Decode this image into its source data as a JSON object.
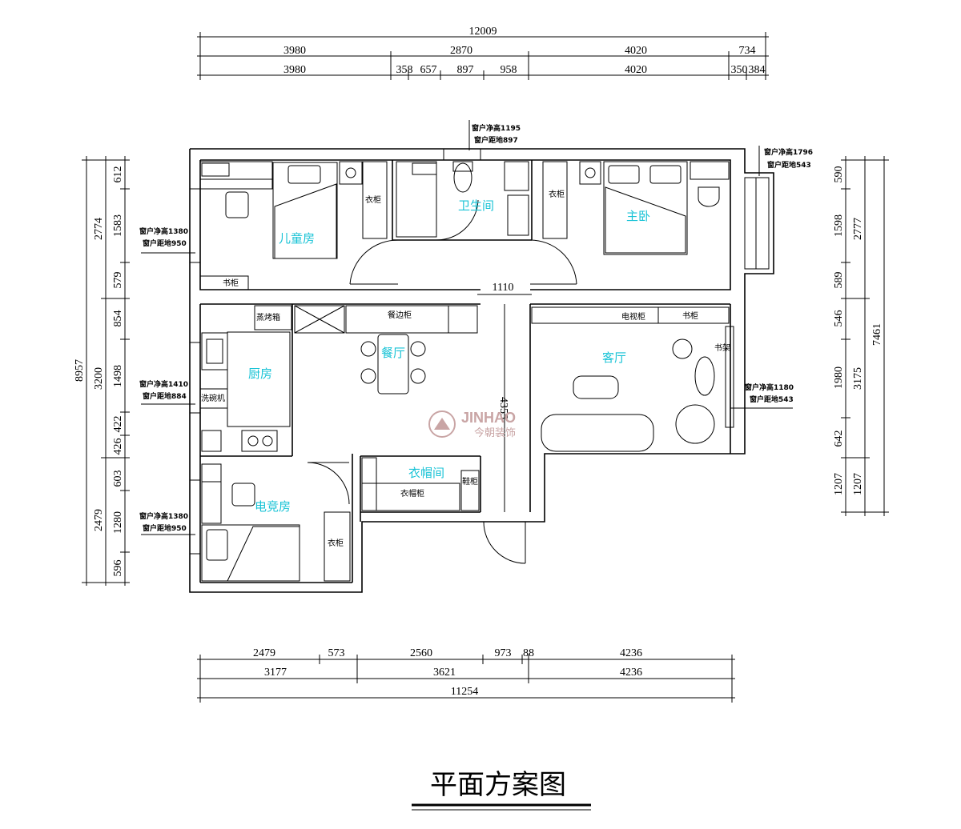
{
  "top_dims": {
    "row1": [
      "12009"
    ],
    "row2": [
      "3980",
      "2870",
      "4020",
      "734"
    ],
    "row3": [
      "3980",
      "358",
      "657",
      "897",
      "958",
      "4020",
      "350",
      "384"
    ]
  },
  "bottom_dims": {
    "row1": [
      "2479",
      "573",
      "2560",
      "973",
      "88",
      "4236"
    ],
    "row2": [
      "3177",
      "3621",
      "4236"
    ],
    "row3": [
      "11254"
    ]
  },
  "left_dims": {
    "outer": [
      "8957"
    ],
    "middle": [
      "2774",
      "3200",
      "2479"
    ],
    "inner": [
      "612",
      "1583",
      "579",
      "854",
      "1498",
      "422",
      "426",
      "603",
      "1280",
      "596"
    ]
  },
  "right_dims": {
    "inner": [
      "590",
      "1598",
      "589",
      "546",
      "1980",
      "642",
      "1207"
    ],
    "middle": [
      "2777",
      "3175",
      "1207"
    ],
    "outer": [
      "7461"
    ]
  },
  "interior_dims": {
    "corridor_width": "1110",
    "corridor_length": "4355"
  },
  "window_notes": {
    "bath": [
      "窗户净高1195",
      "窗户距地897"
    ],
    "master": [
      "窗户净高1796",
      "窗户距地543"
    ],
    "kids": [
      "窗户净高1380",
      "窗户距地950"
    ],
    "kitchen": [
      "窗户净高1410",
      "窗户距地884"
    ],
    "living": [
      "窗户净高1180",
      "窗户距地543"
    ],
    "gaming": [
      "窗户净高1380",
      "窗户距地950"
    ]
  },
  "rooms": {
    "kids": "儿童房",
    "bath": "卫生间",
    "master": "主卧",
    "dining": "餐厅",
    "living": "客厅",
    "kitchen": "厨房",
    "cloak": "衣帽间",
    "gaming": "电竞房"
  },
  "furniture": {
    "wardrobe": "衣柜",
    "bookcase": "书柜",
    "steam_oven": "蒸烤箱",
    "sideboard": "餐边柜",
    "tv_cabinet": "电视柜",
    "bookshelf": "书架",
    "dishwasher": "洗碗机",
    "cloak_cabinet": "衣帽柜",
    "shoe_cabinet": "鞋柜"
  },
  "watermark": {
    "brand": "JINHAO",
    "brand_cn": "今朝装饰"
  },
  "title": "平面方案图",
  "colors": {
    "room_label": "#19c3d6",
    "line": "#000000",
    "watermark": "#c9a5a5"
  }
}
